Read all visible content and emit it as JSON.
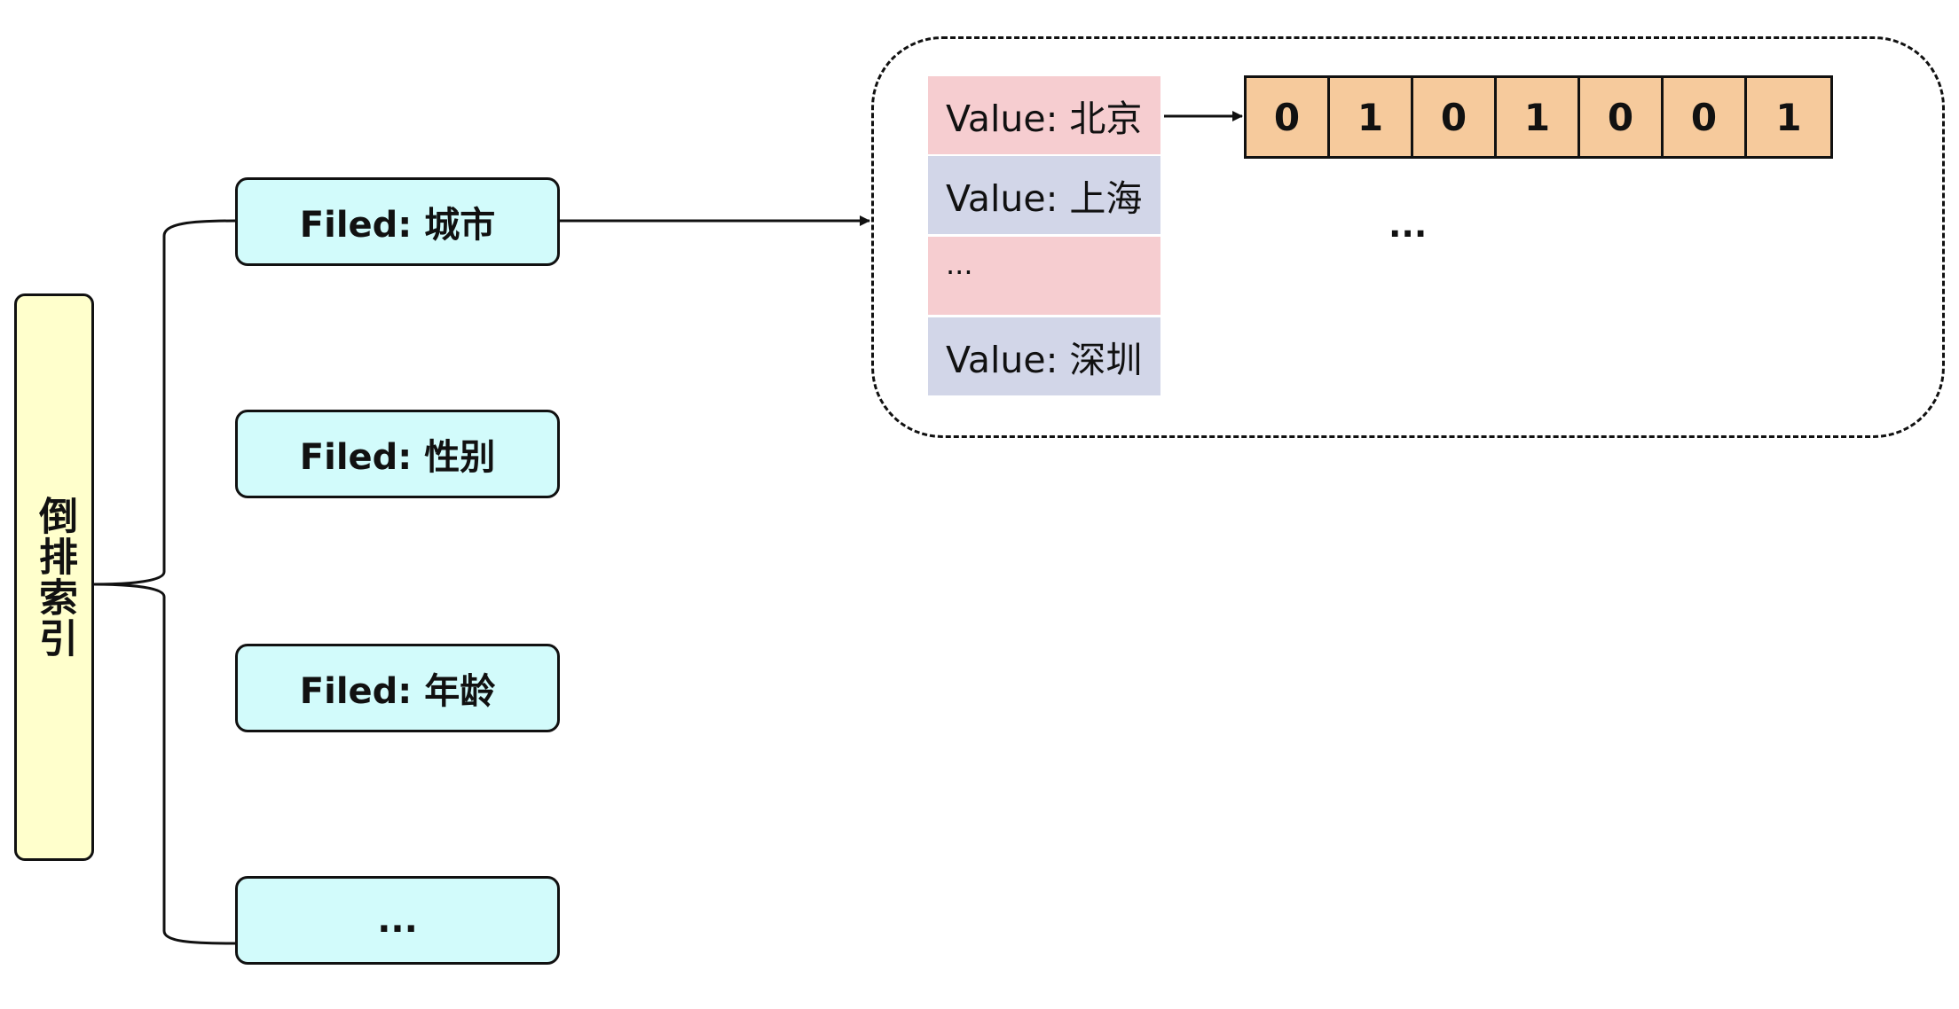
{
  "root": {
    "label": "倒排索引"
  },
  "fields": [
    {
      "label": "Filed: 城市"
    },
    {
      "label": "Filed: 性别"
    },
    {
      "label": "Filed: 年龄"
    },
    {
      "label": "..."
    }
  ],
  "values": [
    {
      "label": "Value: 北京",
      "color": "#f6cdd0"
    },
    {
      "label": "Value: 上海",
      "color": "#d2d6e8"
    },
    {
      "label": "...",
      "color": "#f6cdd0"
    },
    {
      "label": "Value: 深圳",
      "color": "#d2d6e8"
    }
  ],
  "bitmap": {
    "bits": [
      "0",
      "1",
      "0",
      "1",
      "0",
      "0",
      "1"
    ],
    "color": "#f6ca9c"
  },
  "more_label": "...",
  "colors": {
    "root": "#ffffcc",
    "field": "#d2fbfb"
  }
}
